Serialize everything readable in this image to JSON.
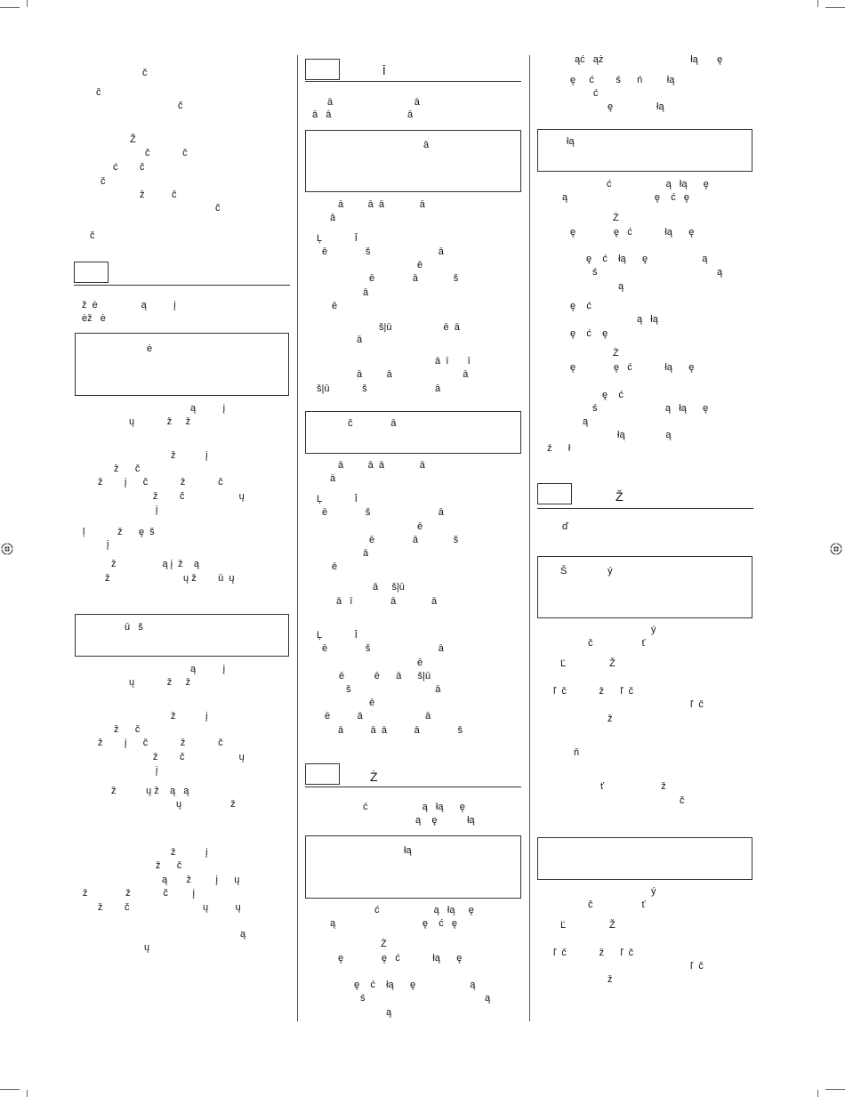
{
  "column_1": {
    "intro_lines": [
      "č",
      "č",
      "č",
      "Ž",
      "č            č",
      "ć        č",
      "č",
      "ž          č",
      "č",
      "č"
    ],
    "section_heading_lines": [
      "ž  ė                ą          į",
      "ėž   ė"
    ],
    "note_box_1": "ė",
    "body_a": [
      "ą          į",
      "ų            ž     ž",
      "ž           į",
      "ž      č",
      "ž        į      č            ž            č",
      "ž        č                    ų",
      "į",
      "ļ            ž      ę  š",
      "į",
      "ž                 ą į  ž    ą",
      "ž                           ų ž        ū  ų"
    ],
    "note_box_2": "ū   š",
    "body_b": [
      "ą          į",
      "ų            ž     ž",
      "ž           į",
      "ž      č",
      "ž        į      č            ž            č",
      "ž        č                    ų",
      "į",
      "ž           ų ž    ą   ą",
      "ų                  ž"
    ],
    "body_c": [
      "ž           į",
      "ž      č",
      "ą       ž         į      ų",
      "ž              ž            č         į",
      "ž        č                           ų          ų",
      "ą",
      "ų"
    ]
  },
  "column_2": {
    "heading_1": "Ī",
    "lines_1": [
      "ā                              ā",
      "ā   ā                            ā"
    ],
    "box_1": "ā",
    "lines_2": [
      "ā         ā  ā             ā",
      "ā",
      "Ļ            Ī",
      "ē              š                         ā",
      "ē",
      "ē              ā             š",
      "ā",
      "ē",
      "š|ū                   ē  ā",
      "ā",
      "ā  ī       ī",
      "ā         ā                          ā",
      "š|ū            š                         ā"
    ],
    "box_2": "č              ā",
    "lines_3": [
      "ā         ā  ā             ā",
      "ā",
      "Ļ            Ī",
      "ē              š                         ā",
      "ē",
      "ē              ā             š",
      "ā",
      "ē",
      "ā     š|ū",
      "ā   ī              ā             ā",
      "Ļ            Ī",
      "ē              š                         ā",
      "ē",
      "ē           ē      ā      š|ū",
      "š                               ā",
      "ē",
      "ē          ā                       ā",
      "ā          ā  ā          ā              š"
    ],
    "heading_2": "Ż",
    "lines_4": [
      "ć                    ą   łą      ę",
      "ą    ę           łą"
    ],
    "box_3": "łą",
    "lines_5": [
      "ć                    ą   łą     ę",
      "ą                                ę    ć   ę",
      "Ż",
      "ę              ę   ć            łą      ę",
      "ę    ć    łą      ę                    ą",
      "ś                                            ą",
      "ą"
    ]
  },
  "column_3": {
    "lines_1": [
      "ąć   ąż                                łą       ę",
      "ę     ć        ś      ń         łą",
      "ć",
      "ę                łą"
    ],
    "box_1": "łą",
    "lines_2": [
      "ć                    ą   łą      ę",
      "ą                                ę    ć   ę",
      "Ż",
      "ę              ę   ć            łą      ę",
      "ę    ć    łą      ę                    ą",
      "ś                                            ą",
      "ą",
      "ę    ć",
      "ą   łą",
      "ę    ć    ę",
      "Ż",
      "ę              ę   ć            łą      ę",
      "ę    ć",
      "ś                         ą   łą      ę",
      "ą",
      "łą               ą",
      "ź      ł"
    ],
    "heading": "Ž",
    "sub": "ď",
    "box_2": "Š               ý",
    "lines_3": [
      "ý",
      "č                  ť",
      "Ľ                Ž",
      "ľ  č            ž      ľ  č",
      "ľ  č",
      "ž",
      "ň",
      "ť                     ž",
      "č"
    ],
    "lines_4": [
      "ý",
      "č                  ť",
      "Ľ                Ž",
      "ľ  č            ž      ľ  č",
      "ľ  č",
      "ž"
    ]
  }
}
